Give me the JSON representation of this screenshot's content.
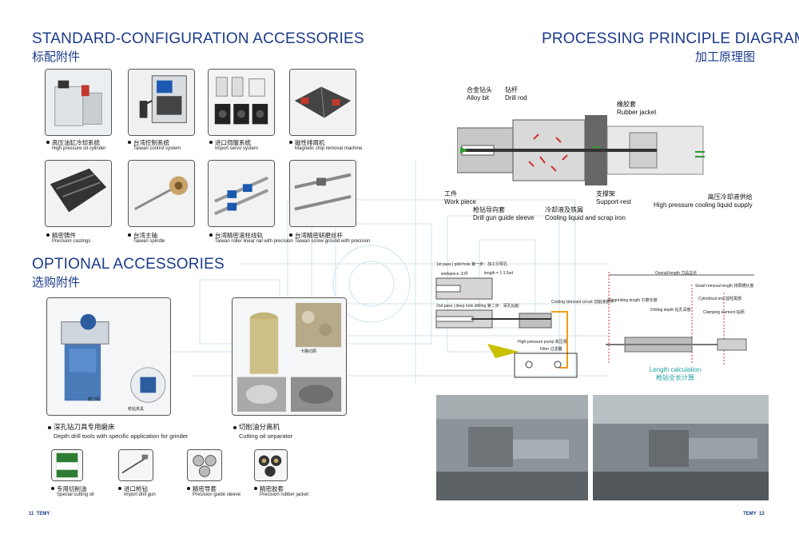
{
  "left_page": {
    "standard": {
      "title_en": "STANDARD-CONFIGURATION ACCESSORIES",
      "title_zh": "标配附件",
      "items": [
        {
          "zh": "高压油缸冷却系统",
          "en": "High pressure oil cylinder"
        },
        {
          "zh": "台湾控制系统",
          "en": "Taiwan control system"
        },
        {
          "zh": "进口伺服系统",
          "en": "Import servo system"
        },
        {
          "zh": "磁性排屑机",
          "en": "Magnetic chip removal machine"
        },
        {
          "zh": "精密铸件",
          "en": "Precision castings"
        },
        {
          "zh": "台湾主轴",
          "en": "Taiwan spindle"
        },
        {
          "zh": "台湾精密滚柱线轨",
          "en": "Taiwan roller linear rail with precision"
        },
        {
          "zh": "台湾精密研磨丝杆",
          "en": "Taiwan screw ground with precision"
        }
      ]
    },
    "optional": {
      "title_en": "OPTIONAL ACCESSORIES",
      "title_zh": "选购附件",
      "large_items": [
        {
          "zh": "深孔钻刀具专用磨床",
          "en": "Depth drill tools with specific application for grinder",
          "inner_labels": [
            "磨刀机",
            "枪钻夹具"
          ]
        },
        {
          "zh": "切削油分离机",
          "en": "Cutting oil separator",
          "inner_labels": [
            "卡路切屑"
          ]
        }
      ],
      "small_items": [
        {
          "zh": "专用切削油",
          "en": "Special cutting oil"
        },
        {
          "zh": "进口枪钻",
          "en": "Import drill gun"
        },
        {
          "zh": "精密导套",
          "en": "Precision guide sleeve"
        },
        {
          "zh": "精密胶套",
          "en": "Precision rubber jacket"
        }
      ]
    },
    "folio": {
      "page": "11",
      "brand": "TEMY"
    }
  },
  "right_page": {
    "title_en": "PROCESSING PRINCIPLE DIAGRAM",
    "title_zh": "加工原理图",
    "diagram_labels": {
      "alloy_bit": {
        "zh": "合金钻头",
        "en": "Alloy bit"
      },
      "drill_rod": {
        "zh": "钻杆",
        "en": "Drill rod"
      },
      "rubber_jacket": {
        "zh": "橡胶套",
        "en": "Rubber jacket"
      },
      "work_piece": {
        "zh": "工件",
        "en": "Work piece"
      },
      "guide_sleeve": {
        "zh": "枪钻导向套",
        "en": "Drill gun guide sleeve"
      },
      "cooling_scrap": {
        "zh": "冷却液及铁屑",
        "en": "Cooling liquid and scrap iron"
      },
      "support_rest": {
        "zh": "支撑架",
        "en": "Support-rest"
      },
      "hp_supply": {
        "zh": "高压冷却液供给",
        "en": "High pressure cooling liquid supply"
      }
    },
    "step_diagram": {
      "step1": "1st pass | pilot hole   第一步：加工引导孔",
      "workpiece": "workpiece 工件",
      "length": "length = 1-1.5xd",
      "step2": "2nd pass | deep hole drilling   第二步：深孔钻削",
      "cooling_circuit": "Cooling lubricant circuit 切削液循环",
      "hp_pump": "High-pressure pump 高压泵",
      "filter": "Filter 过滤器"
    },
    "length_diagram": {
      "overall": "Overall length  刀具总长",
      "regrinding": "Regrinding length 刃磨长度",
      "drilling_depth": "Drilling depth 钻孔深度",
      "swarf": "Swarf removal length 排屑槽长度",
      "cyl_end": "Cylindrical end 圆柱尾部",
      "clamping": "Clamping element 钻柄",
      "calc_en": "Length calculation",
      "calc_zh": "枪钻全长计算"
    },
    "folio": {
      "page": "12",
      "brand": "TEMY"
    }
  }
}
